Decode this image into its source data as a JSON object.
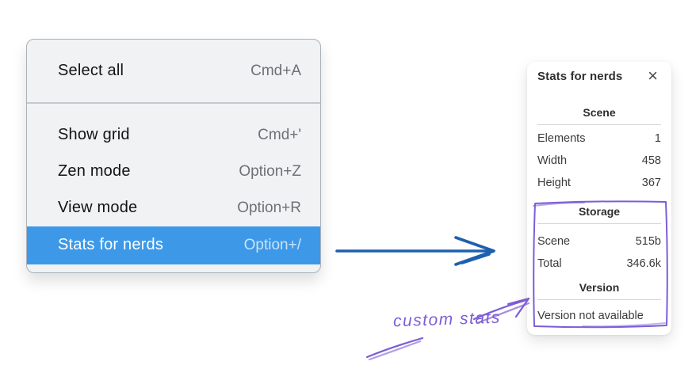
{
  "menu": {
    "items": [
      {
        "label": "Select all",
        "shortcut": "Cmd+A",
        "selected": false
      },
      {
        "label": "Show grid",
        "shortcut": "Cmd+'",
        "selected": false
      },
      {
        "label": "Zen mode",
        "shortcut": "Option+Z",
        "selected": false
      },
      {
        "label": "View mode",
        "shortcut": "Option+R",
        "selected": false
      },
      {
        "label": "Stats for nerds",
        "shortcut": "Option+/",
        "selected": true
      }
    ]
  },
  "stats_panel": {
    "title": "Stats for nerds",
    "close_glyph": "×",
    "sections": [
      {
        "heading": "Scene",
        "rows": [
          [
            "Elements",
            "1"
          ],
          [
            "Width",
            "458"
          ],
          [
            "Height",
            "367"
          ]
        ]
      },
      {
        "heading": "Storage",
        "rows": [
          [
            "Scene",
            "515b"
          ],
          [
            "Total",
            "346.6k"
          ]
        ]
      },
      {
        "heading": "Version",
        "note": "Version not available"
      }
    ]
  },
  "annotation": {
    "label": "custom stats"
  },
  "colors": {
    "menu_highlight": "#3d99e8",
    "pointer_arrow_blue": "#1d60ae",
    "annotation_purple": "#7d5cd6"
  }
}
